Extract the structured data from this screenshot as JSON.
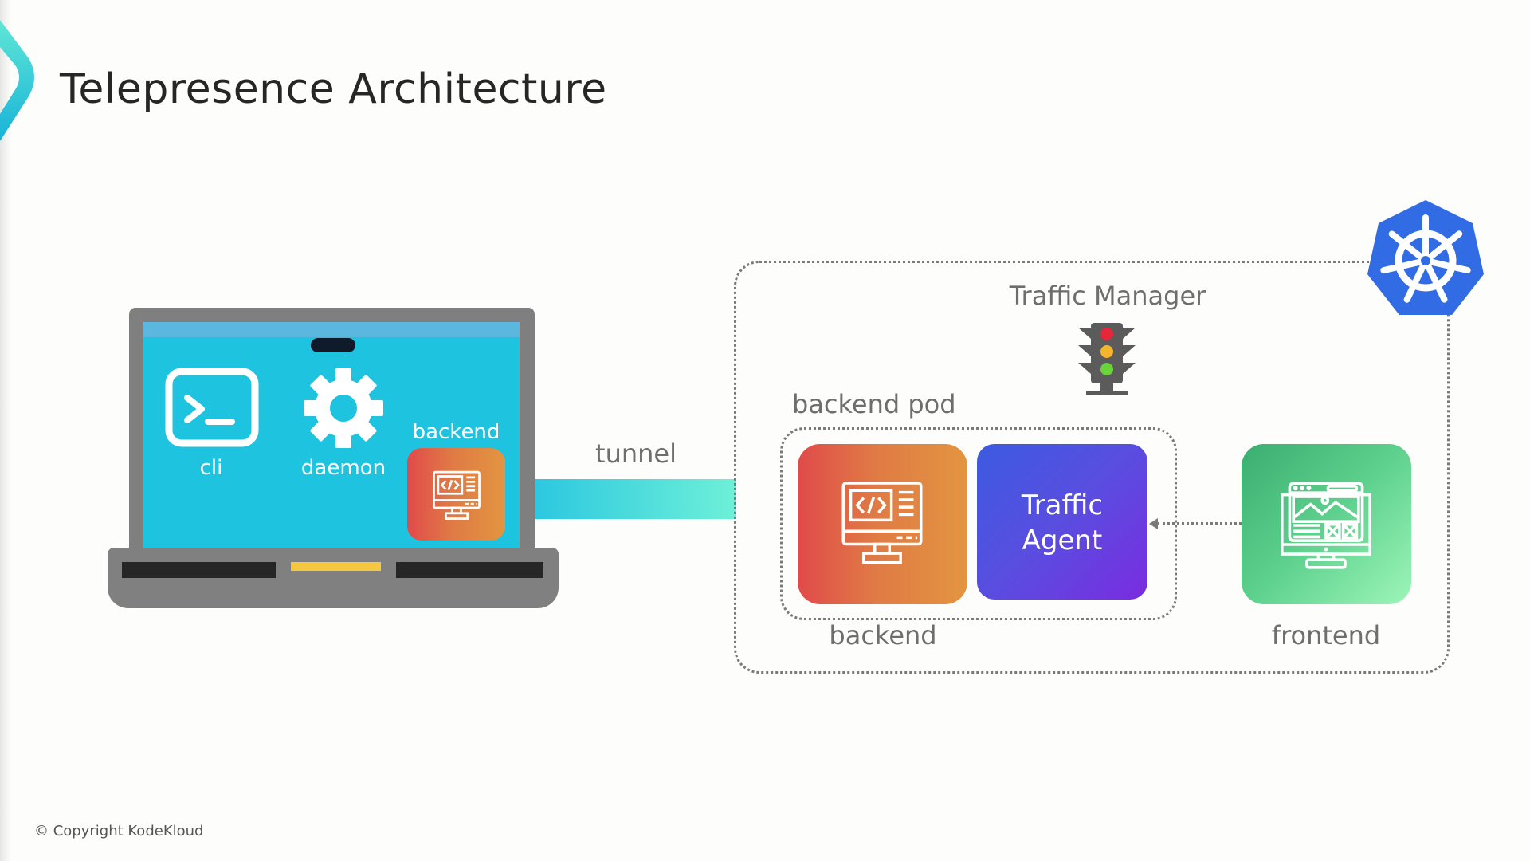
{
  "slide": {
    "title": "Telepresence Architecture",
    "copyright": "© Copyright KodeKloud",
    "accent_color": "#1ec3df"
  },
  "laptop": {
    "screen_color": "#1ec3df",
    "items": [
      {
        "label": "cli",
        "icon": "terminal-icon"
      },
      {
        "label": "daemon",
        "icon": "gear-icon"
      },
      {
        "label": "backend",
        "icon": "code-monitor-icon"
      }
    ]
  },
  "tunnel": {
    "label": "tunnel"
  },
  "cluster": {
    "logo": "kubernetes-icon",
    "logo_color": "#326ce5",
    "traffic_manager": {
      "label": "Traffic Manager",
      "icon": "traffic-light-icon"
    },
    "backend_pod": {
      "label": "backend pod",
      "backend": {
        "label": "backend",
        "icon": "code-monitor-icon"
      },
      "traffic_agent": {
        "line1": "Traffic",
        "line2": "Agent"
      }
    },
    "frontend": {
      "label": "frontend",
      "icon": "web-monitor-icon"
    }
  }
}
